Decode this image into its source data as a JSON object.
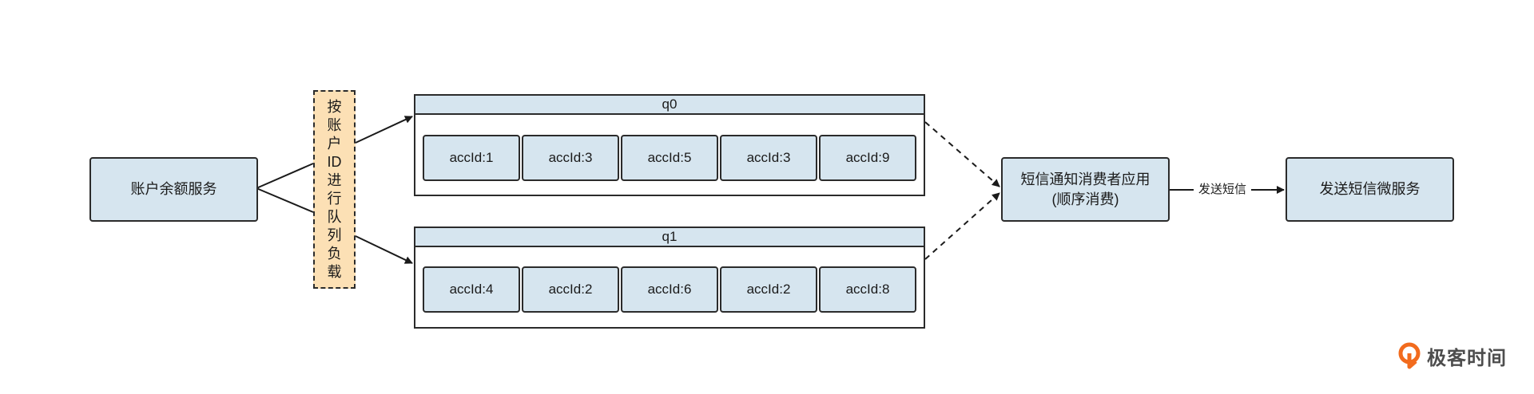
{
  "source_service": "账户余额服务",
  "load_balancer_label": "按账户ID进行队列负载",
  "queues": [
    {
      "name": "q0",
      "messages": [
        "accId:1",
        "accId:3",
        "accId:5",
        "accId:3",
        "accId:9"
      ]
    },
    {
      "name": "q1",
      "messages": [
        "accId:4",
        "accId:2",
        "accId:6",
        "accId:2",
        "accId:8"
      ]
    }
  ],
  "consumer": {
    "line1": "短信通知消费者应用",
    "line2": "(顺序消费)"
  },
  "edge_label": "发送短信",
  "target_service": "发送短信微服务",
  "logo_text": "极客时间",
  "colors": {
    "node_fill": "#d6e5ef",
    "loadbalancer_fill": "#fce0b5",
    "logo_orange": "#f26b1d"
  }
}
